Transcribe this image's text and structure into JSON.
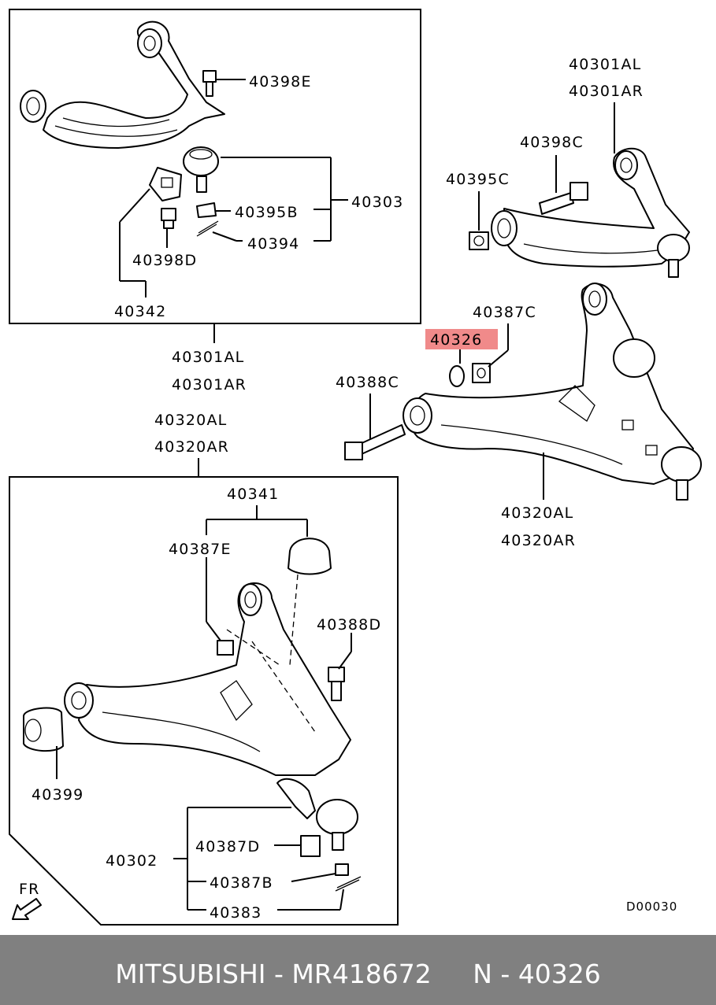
{
  "labels": {
    "p40398E": "40398E",
    "p40303": "40303",
    "p40395B": "40395B",
    "p40394": "40394",
    "p40398D": "40398D",
    "p40342": "40342",
    "p40301AL_a": "40301AL",
    "p40301AR_a": "40301AR",
    "p40320AL_a": "40320AL",
    "p40320AR_a": "40320AR",
    "p40301AL_b": "40301AL",
    "p40301AR_b": "40301AR",
    "p40398C": "40398C",
    "p40395C": "40395C",
    "p40387C": "40387C",
    "p40326": "40326",
    "p40388C": "40388C",
    "p40320AL_b": "40320AL",
    "p40320AR_b": "40320AR",
    "p40341": "40341",
    "p40387E": "40387E",
    "p40388D": "40388D",
    "p40399": "40399",
    "p40302": "40302",
    "p40387D": "40387D",
    "p40387B": "40387B",
    "p40383": "40383",
    "fr": "FR",
    "diagram_code": "D00030"
  },
  "highlight_color": "#f08a8a",
  "footer": {
    "text": "MITSUBISHI - MR418672     N - 40326",
    "background": "#808080"
  }
}
